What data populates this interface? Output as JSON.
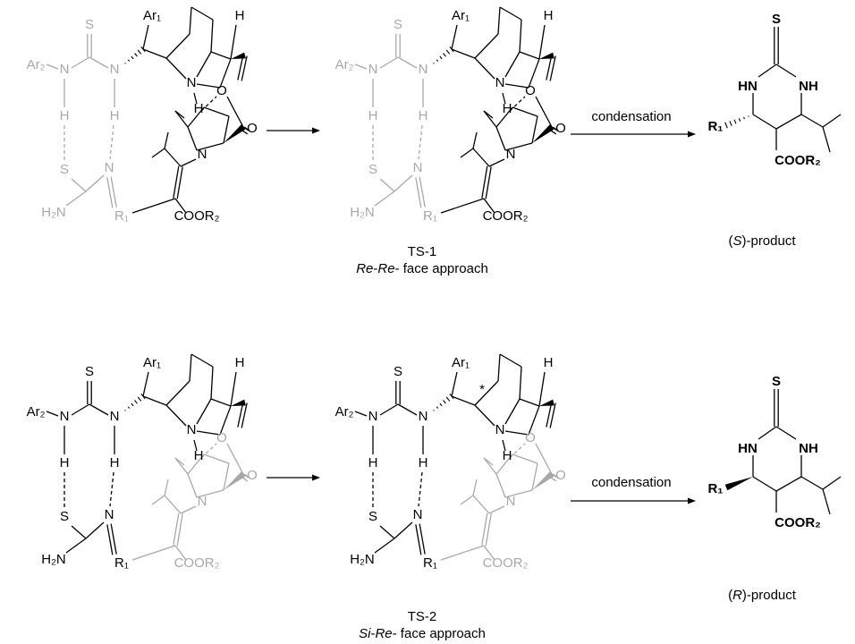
{
  "atoms": {
    "ar1": "Ar₁",
    "ar2": "Ar₂",
    "s": "S",
    "n": "N",
    "h": "H",
    "o": "O",
    "r1": "R₁",
    "coor2": "COOR₂",
    "h2n": "H₂N",
    "hn": "HN",
    "nh": "NH",
    "star": "*"
  },
  "top": {
    "ts_label": "TS-1",
    "face1": "Re",
    "dash1": "-",
    "face2": "Re",
    "face_tail": "- face approach",
    "condition": "condensation",
    "product_open": "(",
    "product_config": "S",
    "product_rest": ")-product"
  },
  "bottom": {
    "ts_label": "TS-2",
    "face1": "Si",
    "dash1": "-",
    "face2": "Re",
    "face_tail": "- face approach",
    "condition": "condensation",
    "product_open": "(",
    "product_config": "R",
    "product_rest": ")-product"
  },
  "colors": {
    "ink": "#000000",
    "faded": "#a8a8a8"
  }
}
